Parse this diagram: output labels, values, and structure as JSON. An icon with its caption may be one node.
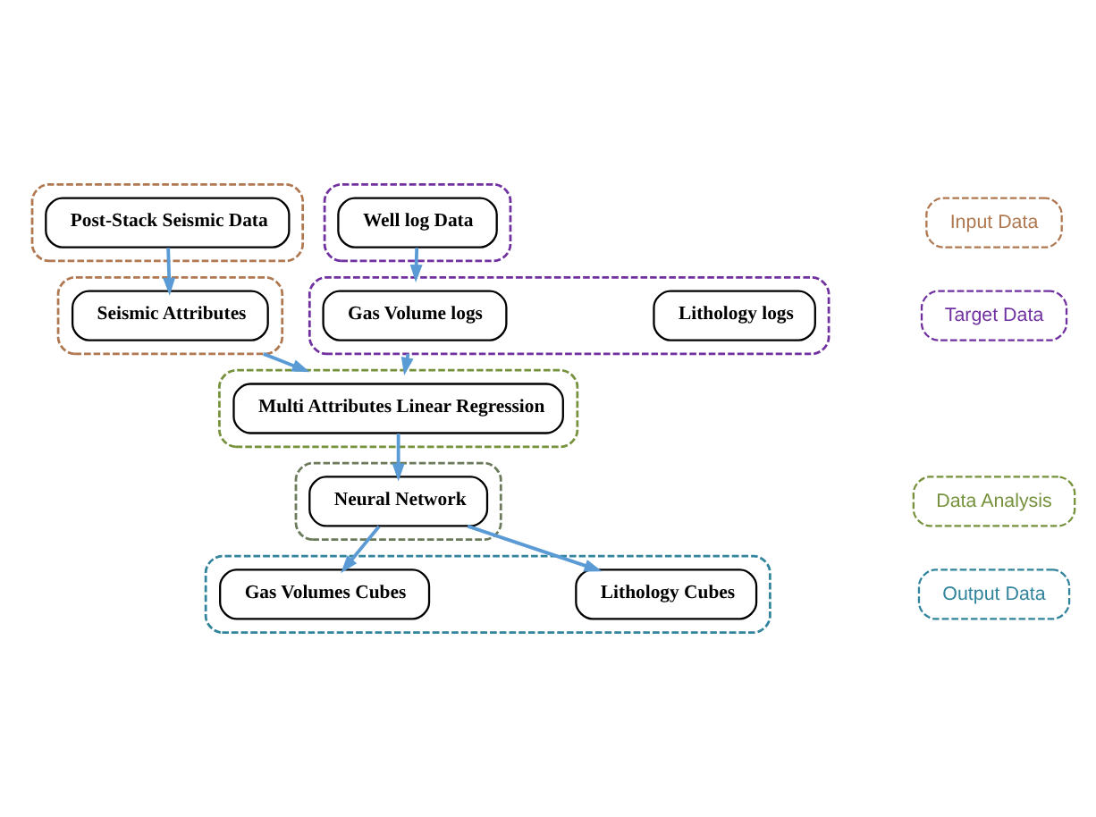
{
  "diagram": {
    "nodes": [
      {
        "text": [],
        "shape": "box"
      },
      {
        "text": [
          "Post-Stack Seismic Data"
        ],
        "in": 0
      },
      {
        "text": [],
        "shape": "box"
      },
      {
        "text": [
          "Well log Data"
        ],
        "in": 2
      },
      {
        "text": [],
        "shape": "box"
      },
      {
        "text": [
          "Seismic Attributes"
        ],
        "in": 4
      },
      {
        "text": [],
        "shape": "box"
      },
      {
        "text": [
          "Multi Attributes Linear Regression"
        ],
        "in": 6
      },
      {
        "text": [],
        "shape": "box"
      },
      {
        "text": [
          "Gas Volume logs"
        ],
        "in": 8
      },
      {
        "text": [
          "Lithology logs"
        ],
        "in": 8
      },
      {
        "text": [],
        "shape": "box"
      },
      {
        "text": [
          "Neural Network"
        ],
        "in": 11
      },
      {
        "text": [],
        "shape": "box"
      },
      {
        "text": [
          "Gas Volumes Cubes"
        ],
        "in": 13
      },
      {
        "text": [
          "Lithology Cubes"
        ],
        "in": 13
      },
      {
        "text": [
          "Input Data"
        ]
      },
      {
        "text": [
          "Target Data"
        ]
      },
      {
        "text": [
          "Data Analysis"
        ]
      },
      {
        "text": [
          "Output Data"
        ]
      }
    ],
    "edges": [
      {
        "from": 1,
        "to": 5,
        "arrow": "to"
      },
      {
        "from": 3,
        "to": 8,
        "arrow": "to"
      },
      {
        "from": 4,
        "to": 6,
        "arrow": "to"
      },
      {
        "from": 8,
        "to": 6,
        "arrow": "to"
      },
      {
        "from": 7,
        "to": 12,
        "arrow": "to"
      },
      {
        "from": 12,
        "to": 14,
        "arrow": "to"
      },
      {
        "from": 12,
        "to": 15,
        "arrow": "to"
      }
    ]
  }
}
